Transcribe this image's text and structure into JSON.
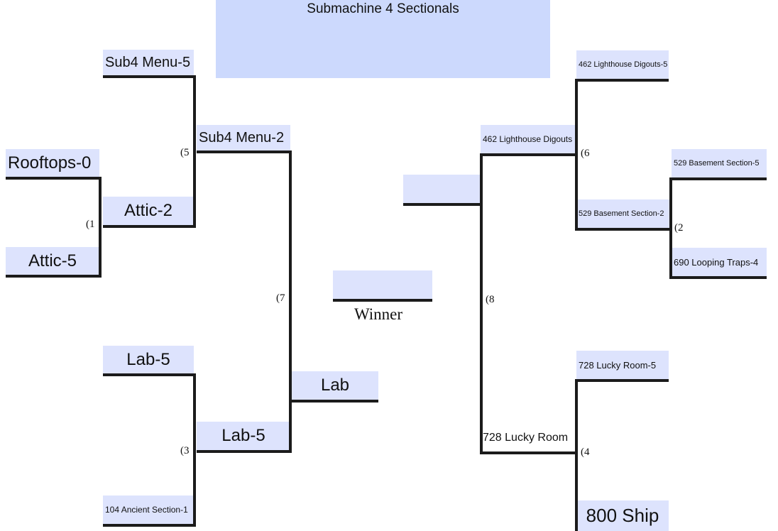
{
  "title": "Submachine 4 Sectionals",
  "winner_label": "Winner",
  "left": {
    "r1": [
      {
        "label": "Rooftops-0"
      },
      {
        "label": "Attic-5"
      },
      {
        "label": "Sub4 Menu-5"
      },
      {
        "label": "Attic-2"
      },
      {
        "label": "Lab-5"
      },
      {
        "label": "104 Ancient Section-1"
      }
    ],
    "r2": [
      {
        "label": "Sub4 Menu-2"
      },
      {
        "label": "Lab-5"
      }
    ],
    "r3": [
      {
        "label": "Lab"
      }
    ]
  },
  "right": {
    "r1": [
      {
        "label": "462 Lighthouse Digouts-5"
      },
      {
        "label": "529 Basement Section-5"
      },
      {
        "label": "529 Basement Section-2"
      },
      {
        "label": "690 Looping Traps-4"
      },
      {
        "label": "728 Lucky Room-5"
      },
      {
        "label": "800 Ship"
      }
    ],
    "r2": [
      {
        "label": "462 Lighthouse Digouts"
      },
      {
        "label": "728 Lucky Room"
      }
    ],
    "r3": [
      {
        "label": ""
      }
    ]
  },
  "center": {
    "winner": {
      "label": ""
    }
  },
  "seeds": {
    "m1": "(1",
    "m2": "(2",
    "m3": "(3",
    "m4": "(4",
    "m5": "(5",
    "m6": "(6",
    "m7": "(7",
    "m8": "(8"
  }
}
